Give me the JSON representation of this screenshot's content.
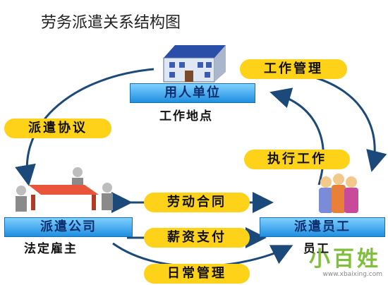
{
  "title": "劳务派遣关系结构图",
  "nodes": {
    "employer": {
      "label": "用人单位",
      "sub": "工作地点"
    },
    "agency": {
      "label": "派遣公司",
      "sub": "法定雇主"
    },
    "employee": {
      "label": "派遣员工",
      "sub": "员工"
    }
  },
  "relations": {
    "management": "工作管理",
    "dispatch_agreement": "派遣协议",
    "execute_work": "执行工作",
    "labor_contract": "劳动合同",
    "salary": "薪资支付",
    "daily_management": "日常管理"
  },
  "watermark": {
    "text": "小百姓",
    "url": "www.xbaixing.com"
  },
  "colors": {
    "pill": "#ffd21a",
    "box": "#2a9aea",
    "arrow": "#1b4a7a"
  }
}
